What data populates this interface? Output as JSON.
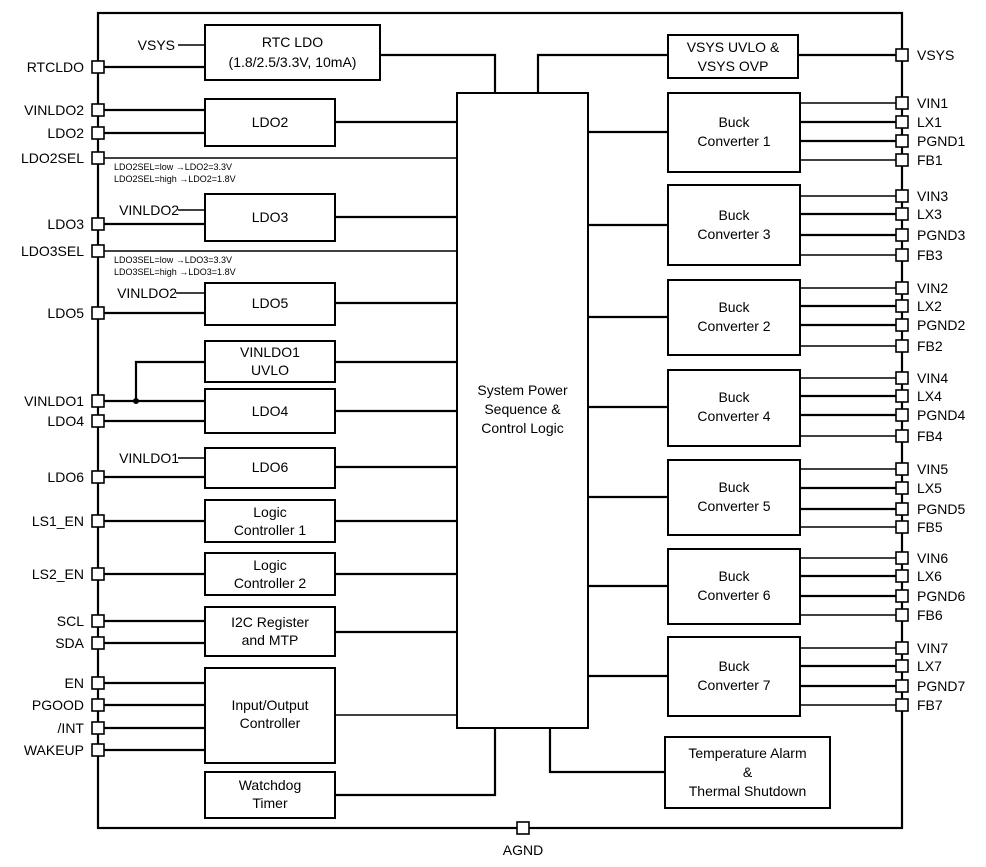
{
  "left_pins": {
    "rtcldo": "RTCLDO",
    "vinldo2": "VINLDO2",
    "ldo2": "LDO2",
    "ldo2sel": "LDO2SEL",
    "ldo3": "LDO3",
    "ldo3sel": "LDO3SEL",
    "ldo5": "LDO5",
    "vinldo1": "VINLDO1",
    "ldo4": "LDO4",
    "ldo6": "LDO6",
    "ls1_en": "LS1_EN",
    "ls2_en": "LS2_EN",
    "scl": "SCL",
    "sda": "SDA",
    "en": "EN",
    "pgood": "PGOOD",
    "int": "/INT",
    "wakeup": "WAKEUP"
  },
  "right_pins": {
    "vsys": "VSYS",
    "vin1": "VIN1",
    "lx1": "LX1",
    "pgnd1": "PGND1",
    "fb1": "FB1",
    "vin3": "VIN3",
    "lx3": "LX3",
    "pgnd3": "PGND3",
    "fb3": "FB3",
    "vin2": "VIN2",
    "lx2": "LX2",
    "pgnd2": "PGND2",
    "fb2": "FB2",
    "vin4": "VIN4",
    "lx4": "LX4",
    "pgnd4": "PGND4",
    "fb4": "FB4",
    "vin5": "VIN5",
    "lx5": "LX5",
    "pgnd5": "PGND5",
    "fb5": "FB5",
    "vin6": "VIN6",
    "lx6": "LX6",
    "pgnd6": "PGND6",
    "fb6": "FB6",
    "vin7": "VIN7",
    "lx7": "LX7",
    "pgnd7": "PGND7",
    "fb7": "FB7"
  },
  "bottom_pins": {
    "agnd": "AGND"
  },
  "inner_labels": {
    "vsys_in": "VSYS",
    "ldo3_in": "VINLDO2",
    "ldo5_in": "VINLDO2",
    "ldo6_in": "VINLDO1"
  },
  "blocks": {
    "rtc_ldo": [
      "RTC LDO",
      "(1.8/2.5/3.3V, 10mA)"
    ],
    "ldo2": [
      "LDO2"
    ],
    "ldo3": [
      "LDO3"
    ],
    "ldo5": [
      "LDO5"
    ],
    "vinldo1_uvlo": [
      "VINLDO1",
      "UVLO"
    ],
    "ldo4": [
      "LDO4"
    ],
    "ldo6": [
      "LDO6"
    ],
    "logic1": [
      "Logic",
      "Controller 1"
    ],
    "logic2": [
      "Logic",
      "Controller 2"
    ],
    "i2c": [
      "I2C Register",
      "and MTP"
    ],
    "io": [
      "Input/Output",
      "Controller"
    ],
    "watchdog": [
      "Watchdog",
      "Timer"
    ],
    "system": [
      "System Power",
      "Sequence &",
      "Control Logic"
    ],
    "vsys_uvlo": [
      "VSYS UVLO &",
      "VSYS OVP"
    ],
    "buck1": [
      "Buck",
      "Converter 1"
    ],
    "buck3": [
      "Buck",
      "Converter 3"
    ],
    "buck2": [
      "Buck",
      "Converter 2"
    ],
    "buck4": [
      "Buck",
      "Converter 4"
    ],
    "buck5": [
      "Buck",
      "Converter 5"
    ],
    "buck6": [
      "Buck",
      "Converter 6"
    ],
    "buck7": [
      "Buck",
      "Converter 7"
    ],
    "thermal": [
      "Temperature Alarm",
      "&",
      "Thermal Shutdown"
    ]
  },
  "notes": {
    "ldo2sel_low": "LDO2SEL=low →LDO2=3.3V",
    "ldo2sel_high": "LDO2SEL=high →LDO2=1.8V",
    "ldo3sel_low": "LDO3SEL=low →LDO3=3.3V",
    "ldo3sel_high": "LDO3SEL=high →LDO3=1.8V"
  }
}
